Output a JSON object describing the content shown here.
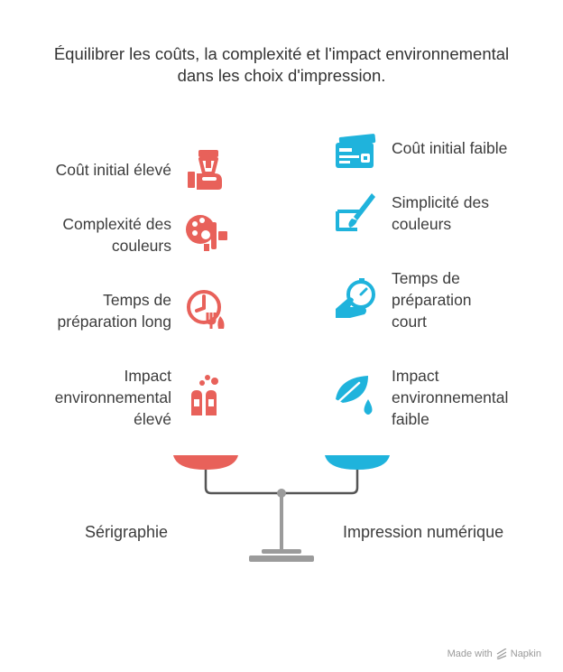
{
  "title": {
    "line1": "Équilibrer les coûts, la complexité et l'impact environnemental",
    "line2": "dans les choix d'impression."
  },
  "colors": {
    "left": "#e8615a",
    "right": "#1fb3dc",
    "beam": "#555555",
    "stand": "#9b9b9b"
  },
  "left_items": [
    {
      "lines": [
        "Coût initial élevé"
      ],
      "icon": "cash-register-hand-icon"
    },
    {
      "lines": [
        "Complexité des",
        "couleurs"
      ],
      "icon": "color-palette-icon"
    },
    {
      "lines": [
        "Temps de",
        "préparation long"
      ],
      "icon": "clock-timer-icon"
    },
    {
      "lines": [
        "Impact",
        "environnemental",
        "élevé"
      ],
      "icon": "pollution-bottles-icon"
    }
  ],
  "right_items": [
    {
      "lines": [
        "Coût initial faible"
      ],
      "icon": "credit-card-icon"
    },
    {
      "lines": [
        "Simplicité des",
        "couleurs"
      ],
      "icon": "paintbrush-icon"
    },
    {
      "lines": [
        "Temps de",
        "préparation",
        "court"
      ],
      "icon": "stopwatch-hand-icon"
    },
    {
      "lines": [
        "Impact",
        "environnemental",
        "faible"
      ],
      "icon": "leaf-drop-icon"
    }
  ],
  "labels": {
    "left": "Sérigraphie",
    "right": "Impression numérique"
  },
  "footer": {
    "made_with": "Made with",
    "brand": "Napkin"
  }
}
